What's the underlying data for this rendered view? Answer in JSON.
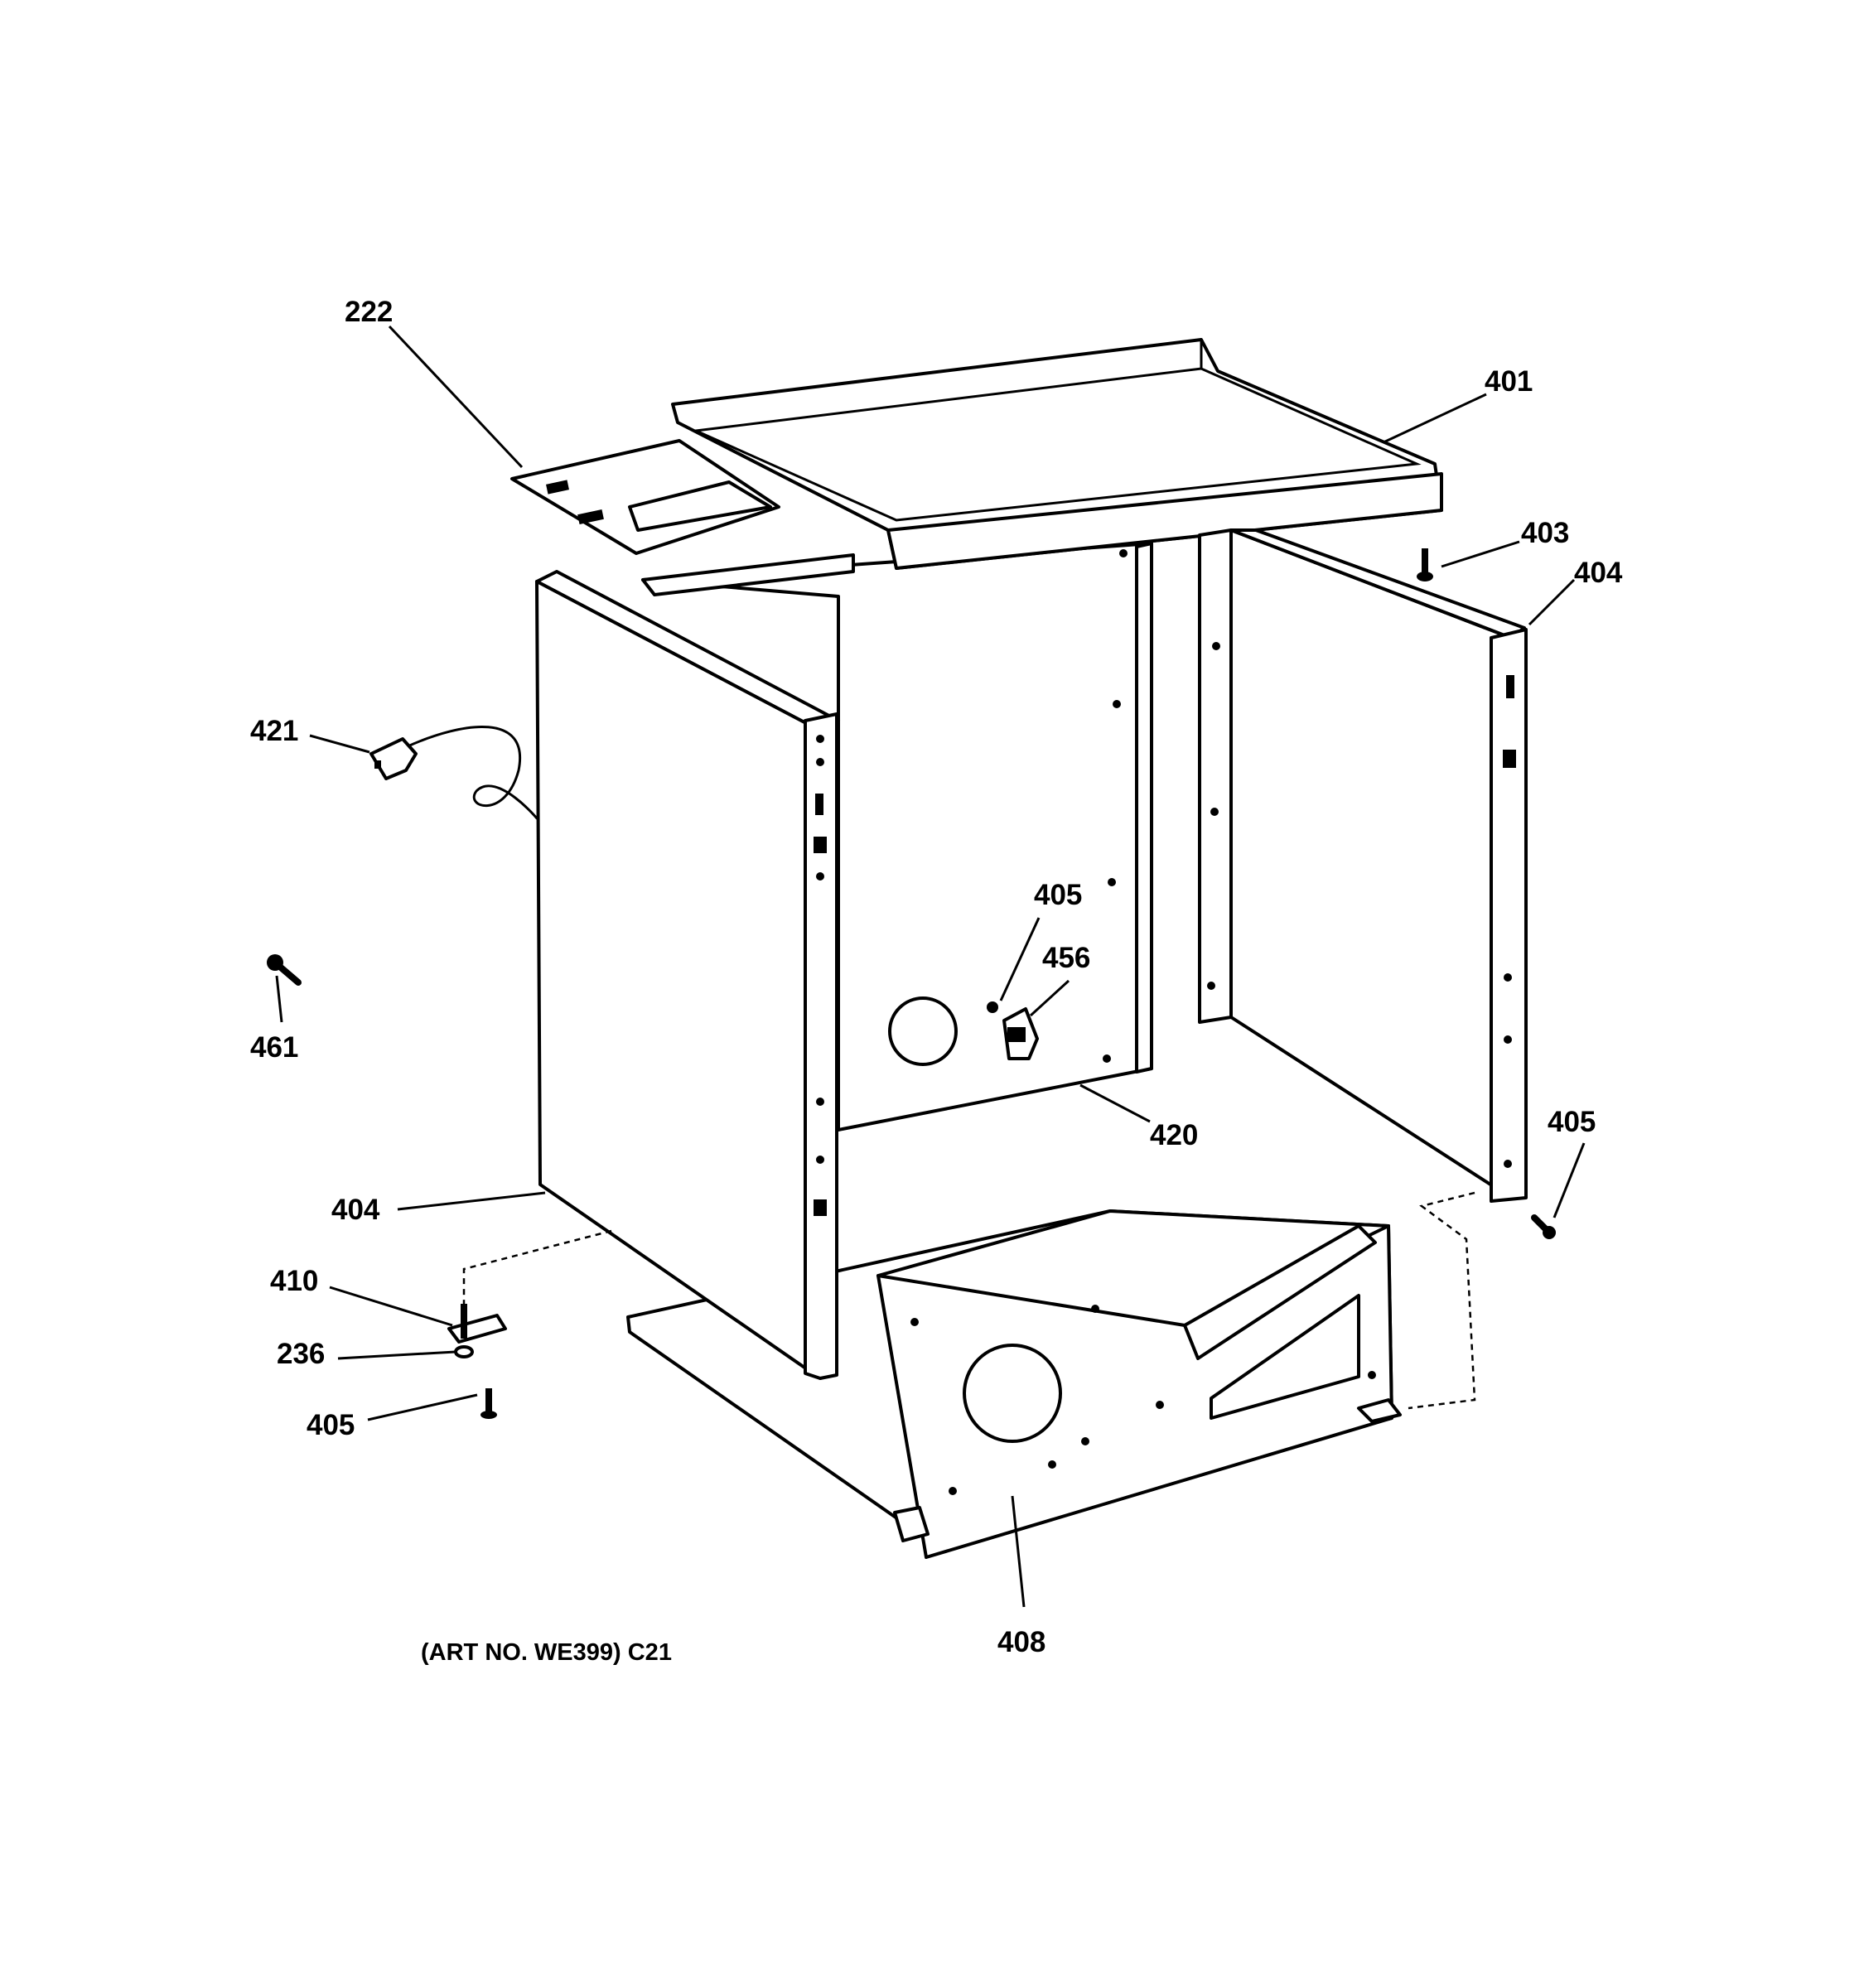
{
  "callouts": {
    "c222": "222",
    "c401": "401",
    "c403": "403",
    "c404_right": "404",
    "c421": "421",
    "c405_center": "405",
    "c456": "456",
    "c461": "461",
    "c420": "420",
    "c405_right": "405",
    "c404_left": "404",
    "c410": "410",
    "c236": "236",
    "c405_left": "405",
    "c408": "408"
  },
  "caption": "(ART NO. WE399) C21"
}
